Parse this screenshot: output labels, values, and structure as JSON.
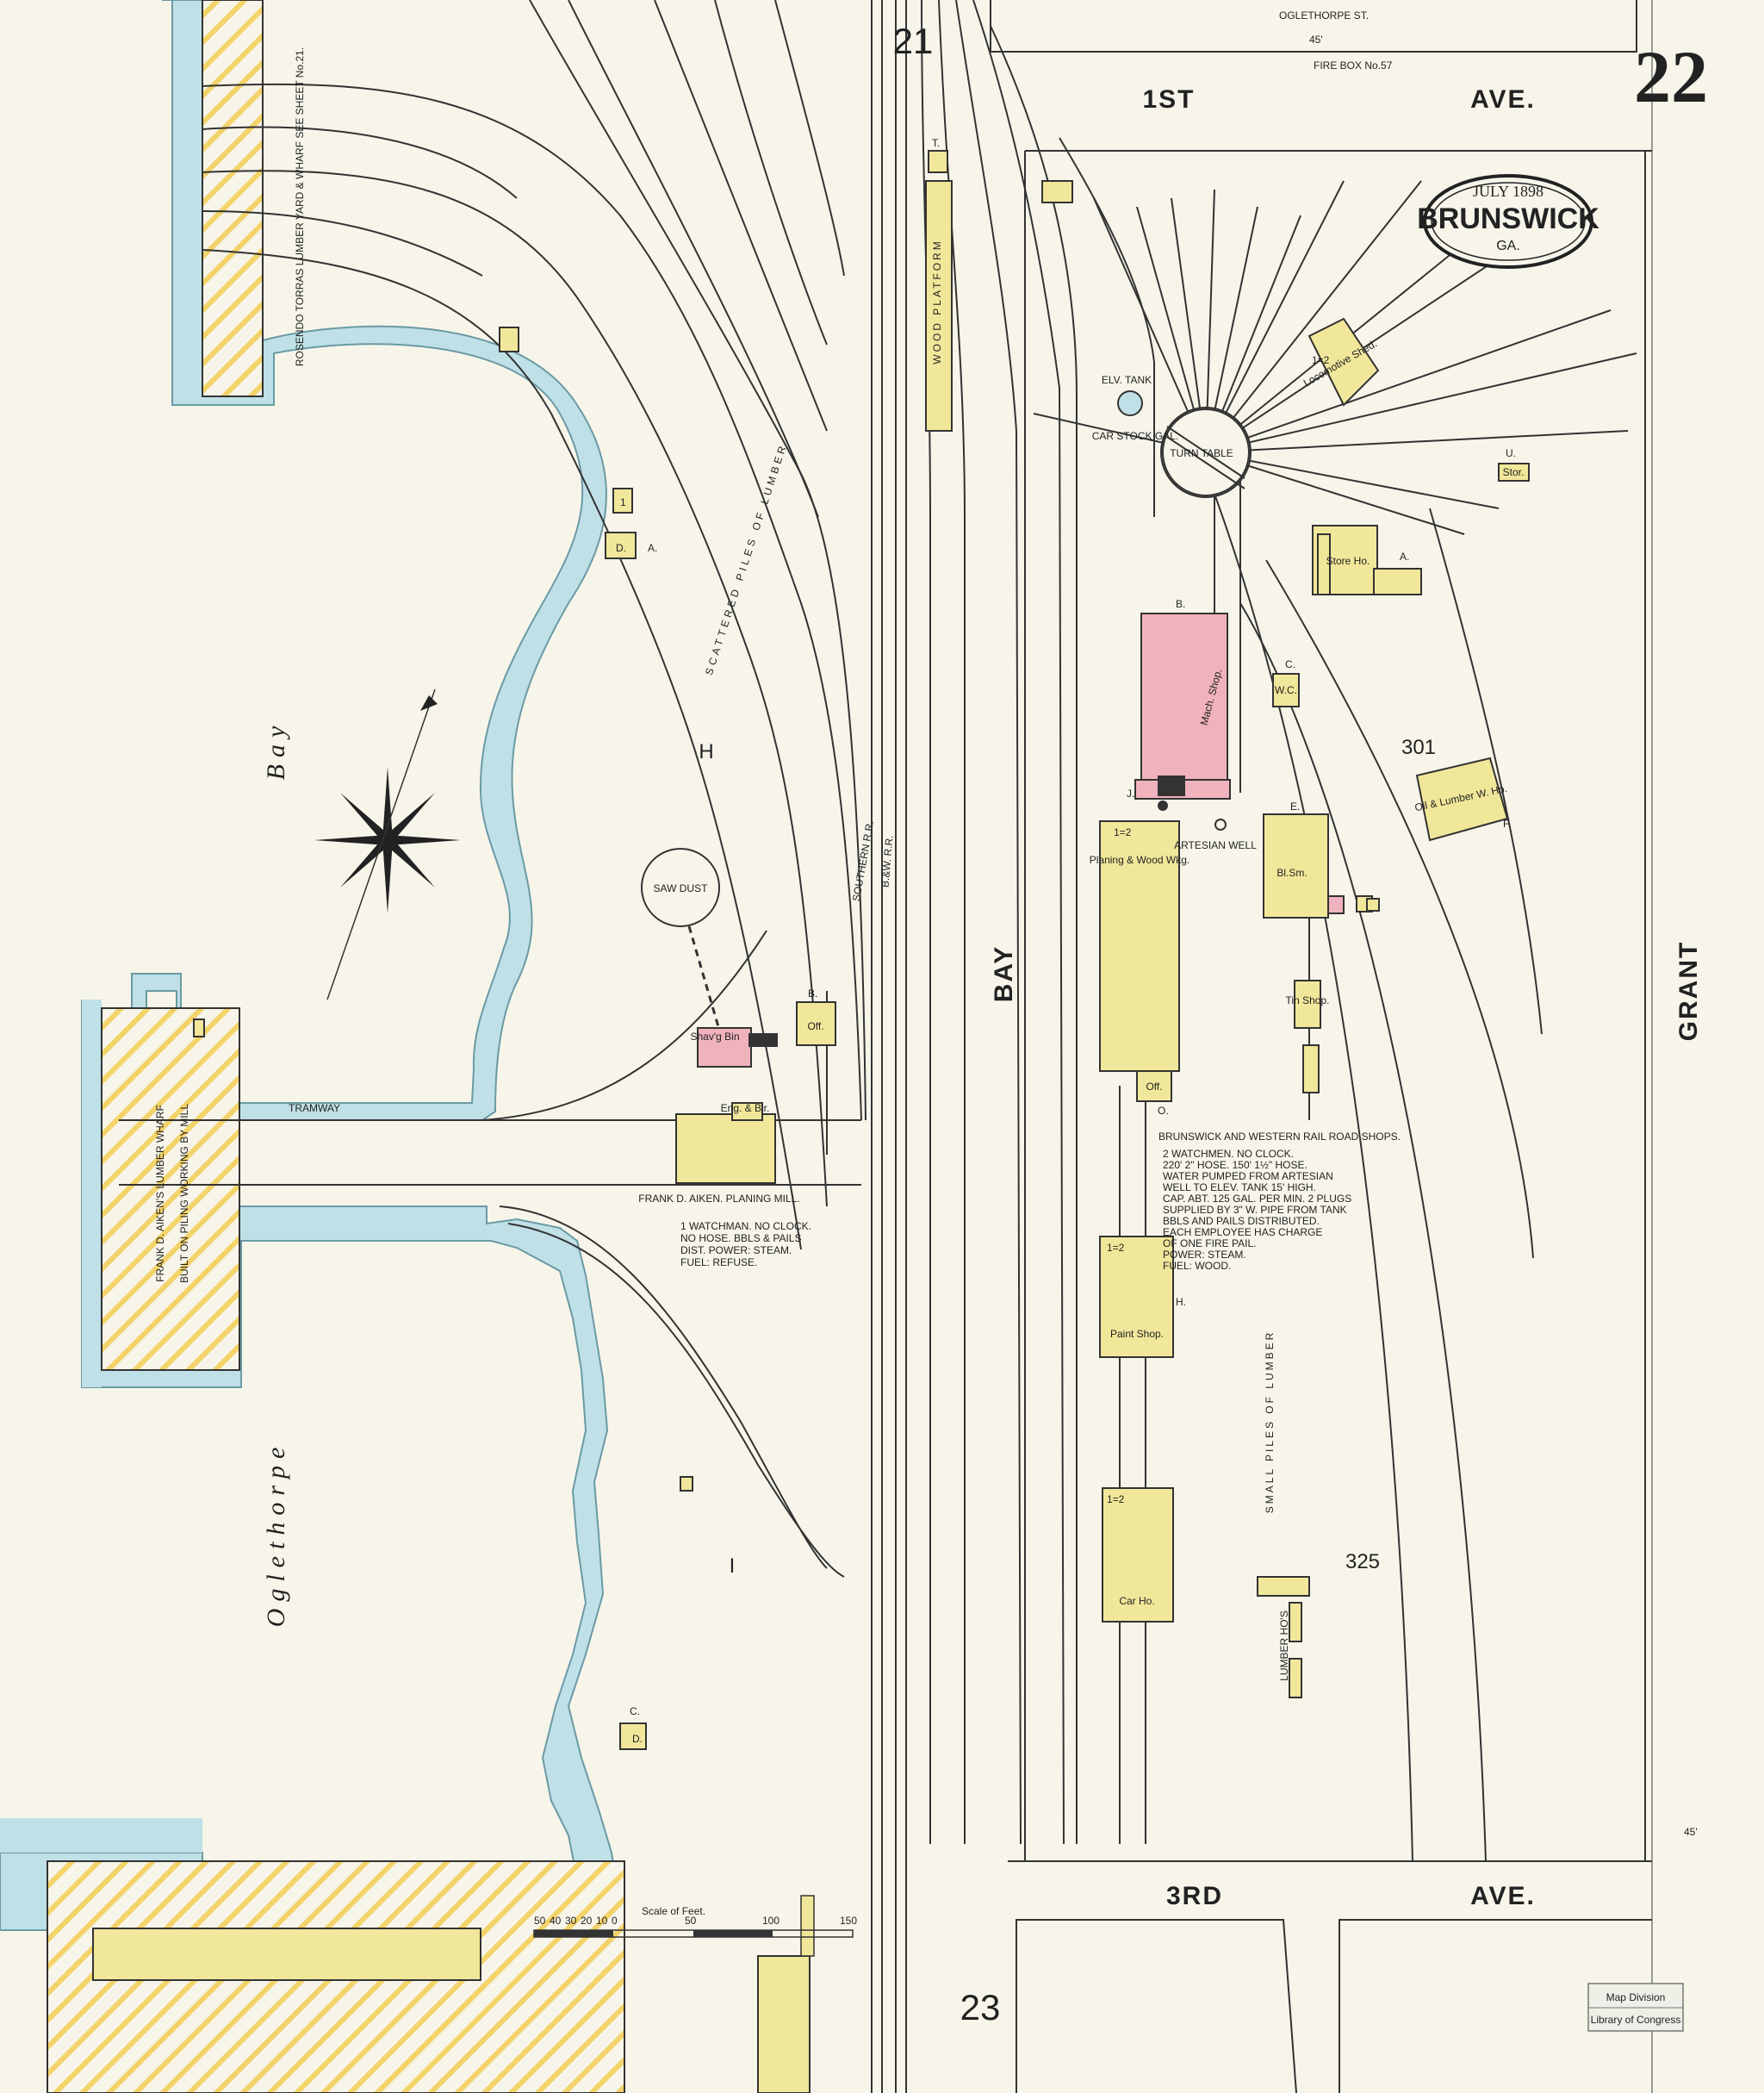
{
  "sheet": {
    "sheet_number": "22",
    "city": "BRUNSWICK",
    "state": "GA.",
    "date": "JULY 1898"
  },
  "adjacent_sheets": {
    "top": "21",
    "bottom": "23"
  },
  "streets": {
    "first_ave_num": "1ST",
    "first_ave": "AVE.",
    "third_ave_num": "3RD",
    "third_ave": "AVE.",
    "bay": "BAY",
    "grant": "GRANT",
    "oglethorpe_st": "OGLETHORPE ST.",
    "oglethorpe_width": "45'",
    "grant_width": "45'"
  },
  "water": {
    "bay": "Bay",
    "oglethorpe": "Oglethorpe"
  },
  "blocks": {
    "h": "H",
    "i": "I",
    "b301": "301",
    "b325": "325"
  },
  "labels": {
    "torras": "ROSENDO TORRAS LUMBER YARD & WHARF SEE SHEET No.21.",
    "aiken_wharf": "FRANK D. AIKEN'S LUMBER WHARF",
    "aiken_wharf_note": "BUILT ON PILING WORKING BY MILL",
    "aiken_mill": "FRANK D. AIKEN. PLANING MILL.",
    "aiken_mill_notes": [
      "1 WATCHMAN. NO CLOCK.",
      "NO HOSE. BBLS & PAILS",
      "DIST. POWER: STEAM.",
      "FUEL: REFUSE."
    ],
    "saw_dust": "SAW DUST",
    "scattered_lumber": "SCATTERED PILES OF LUMBER",
    "wood_platform": "WOOD PLATFORM",
    "southern_rr": "SOUTHERN R.R.",
    "bw_rr": "B.&W. R.R.",
    "shops_title": "BRUNSWICK AND WESTERN RAIL ROAD SHOPS.",
    "shops_notes": [
      "2 WATCHMEN. NO CLOCK.",
      "220' 2\" HOSE. 150' 1½\" HOSE.",
      "WATER PUMPED FROM ARTESIAN",
      "WELL TO ELEV. TANK 15' HIGH.",
      "CAP. ABT. 125 GAL. PER MIN. 2 PLUGS",
      "SUPPLIED BY 3\" W. PIPE FROM TANK",
      "BBLS AND PAILS DISTRIBUTED.",
      "EACH EMPLOYEE HAS CHARGE",
      "OF ONE FIRE PAIL.",
      "POWER: STEAM.",
      "FUEL: WOOD."
    ],
    "small_piles": "SMALL PILES OF LUMBER",
    "lumber_hos": "LUMBER HO'S",
    "turn_table": "TURN TABLE",
    "artesian_well": "ARTESIAN WELL",
    "elev_tank": "ELV. TANK",
    "car_stock": "CAR STOCK GAL.",
    "fire_box": "FIRE BOX No.57",
    "tramway": "TRAMWAY"
  },
  "buildings": {
    "mach_shop": "Mach. Shop.",
    "planing": "Planing & Wood Wkg.",
    "paint_shop": "Paint Shop.",
    "car_ho": "Car Ho.",
    "locomotive_shed": "Locomotive Shed.",
    "store_ho": "Store Ho.",
    "oil_lumber": "Oil & Lumber W. Ho.",
    "bl_sm": "Bl.Sm.",
    "tin_shop": "Tin Shop.",
    "wc": "W.C.",
    "off": "Off.",
    "off2": "Off.",
    "eng_boiler": "Eng. & Blr.",
    "shavings": "Shav'g Bin",
    "stor": "Stor.",
    "one_two": "1=2",
    "one": "1",
    "d": "D.",
    "a": "A.",
    "b": "B.",
    "c": "C.",
    "e": "E.",
    "f": "F.",
    "h_lbl": "H.",
    "o_lbl": "O.",
    "j_lbl": "J.",
    "u_lbl": "U.",
    "t_lbl": "T."
  },
  "scale": {
    "title": "Scale of Feet.",
    "ticks": [
      "50",
      "40",
      "30",
      "20",
      "10",
      "0",
      "50",
      "100",
      "150"
    ]
  },
  "stamp": {
    "line1": "Map Division",
    "line2": "Library of Congress"
  },
  "colors": {
    "water": "#bfe0e6",
    "frame": "#f1e79a",
    "brick": "#f0b3bd",
    "wharf_hatch": "#f3d36a",
    "paper": "#f7f5ea"
  }
}
